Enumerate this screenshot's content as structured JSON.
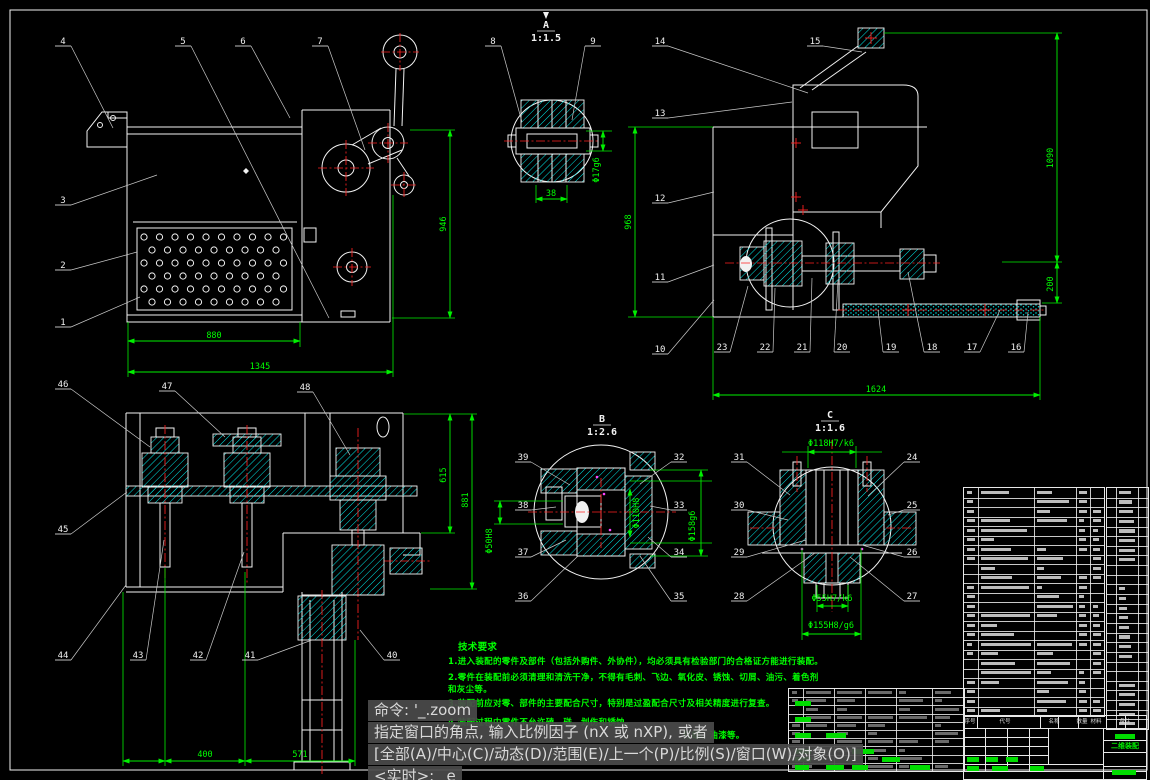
{
  "command_line": {
    "lines": [
      "命令: '_.zoom",
      "指定窗口的角点, 输入比例因子 (nX 或 nXP), 或者",
      "[全部(A)/中心(C)/动态(D)/范围(E)/上一个(P)/比例(S)/窗口(W)/对象(O)]",
      "<实时>: _e"
    ]
  },
  "notes": {
    "title": "技术要求",
    "line1": "1.进入装配的零件及部件（包括外购件、外协件），均必须具有检验部门的合格证方能进行装配。",
    "line2": "2.零件在装配前必须清理和清洗干净，不得有毛刺、飞边、氧化皮、锈蚀、切屑、油污、着色剂",
    "line3": "和灰尘等。",
    "line4": "3.装配前应对零、部件的主要配合尺寸，特别是过盈配合尺寸及相关精度进行复查。",
    "line5": "4.装配过程中零件不允许磕、碰、划伤和锈蚀。",
    "fragment": "打蜡、油漆等。"
  },
  "details": {
    "a_label": "A",
    "a_scale": "1:1.5",
    "b_label": "B",
    "b_scale": "1:2.6",
    "c_label": "C",
    "c_scale": "1:1.6"
  },
  "dims": {
    "front_inner": "880",
    "front_total": "1345",
    "front_height": "946",
    "side_height": "968",
    "side_total_height": "1090",
    "side_offset": "200",
    "side_length": "1624",
    "plan_inner": "615",
    "plan_height": "881",
    "plan_a": "400",
    "plan_b": "571",
    "a_dia": "Φ17g6",
    "a_len": "38",
    "b_left": "Φ50H8",
    "b_mid": "Φ110H8",
    "b_right": "Φ158g6",
    "c_top": "Φ118H7/k6",
    "c_b1": "Φ55H7/k6",
    "c_b2": "Φ155H8/g6"
  },
  "balloons": {
    "b1": "1",
    "b2": "2",
    "b3": "3",
    "b4": "4",
    "b5": "5",
    "b6": "6",
    "b7": "7",
    "b8": "8",
    "b9": "9",
    "b10": "10",
    "b11": "11",
    "b12": "12",
    "b13": "13",
    "b14": "14",
    "b15": "15",
    "b16": "16",
    "b17": "17",
    "b18": "18",
    "b19": "19",
    "b20": "20",
    "b21": "21",
    "b22": "22",
    "b23": "23",
    "b24": "24",
    "b25": "25",
    "b26": "26",
    "b27": "27",
    "b28": "28",
    "b29": "29",
    "b30": "30",
    "b31": "31",
    "b32": "32",
    "b33": "33",
    "b34": "34",
    "b35": "35",
    "b36": "36",
    "b37": "37",
    "b38": "38",
    "b39": "39",
    "b40": "40",
    "b41": "41",
    "b42": "42",
    "b43": "43",
    "b44": "44",
    "b45": "45",
    "b46": "46",
    "b47": "47",
    "b48": "48"
  },
  "bom": {
    "header": [
      "序号",
      "代号",
      "名称",
      "数量",
      "材料",
      "备注"
    ]
  },
  "title_block": {
    "name": "二维装配"
  },
  "colors": {
    "background": "#000000",
    "line": "#f2f2f2",
    "dimension": "#00ff00",
    "centerline": "#ff2020",
    "hatch": "#00e8e8",
    "note": "#00ff00",
    "command_text": "#d9d9d9",
    "command_bg": "#4a4a4a"
  }
}
